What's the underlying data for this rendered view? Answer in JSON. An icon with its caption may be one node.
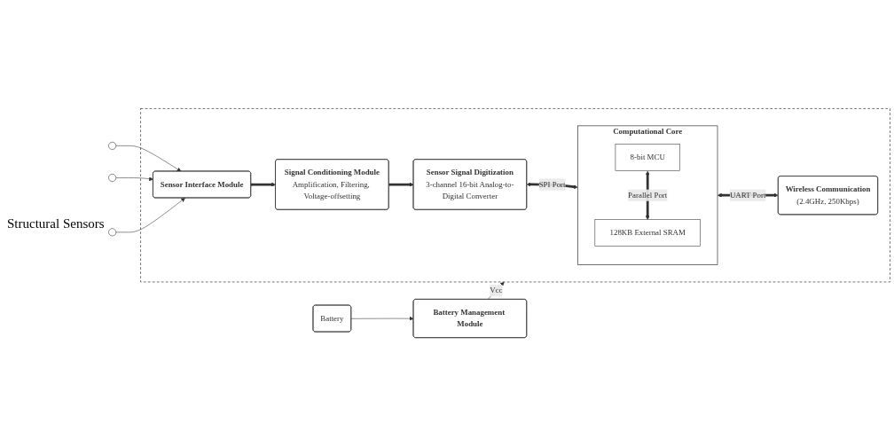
{
  "diagram": {
    "nodes": [
      {
        "text": [],
        "shape": "box"
      },
      {
        "text": [],
        "shape": "circle"
      },
      {
        "text": [],
        "shape": "circle"
      },
      {
        "text": [],
        "shape": "circle"
      },
      {
        "text": [
          "Sensor Interface Module"
        ],
        "in": 0
      },
      {
        "text": [
          "Signal Conditioning Module",
          "Amplification, Filtering, Voltage-offsetting"
        ],
        "in": 0
      },
      {
        "text": [
          "Sensor Signal Digitization",
          "3-channel 16-bit Analog-to-Digital Converter"
        ],
        "in": 0
      },
      {
        "text": [
          "Computational Core"
        ],
        "in": 0
      },
      {
        "text": [
          "8-bit MCU"
        ],
        "in": 7
      },
      {
        "text": [
          "128KB External SRAM"
        ],
        "in": 7
      },
      {
        "text": [
          "Wireless Communication",
          "(2.4GHz, 250Kbps)"
        ],
        "in": 0
      },
      {
        "text": [
          "Battery Management Module"
        ]
      },
      {
        "text": [
          "Battery"
        ]
      }
    ],
    "edges": [
      {
        "from": 1,
        "to": 4,
        "arrow": "to"
      },
      {
        "from": 2,
        "to": 4,
        "arrow": "to"
      },
      {
        "from": 3,
        "to": 4,
        "arrow": "to"
      },
      {
        "from": 4,
        "to": 5,
        "arrow": "to",
        "style": "thick"
      },
      {
        "from": 5,
        "to": 6,
        "arrow": "to",
        "style": "thick"
      },
      {
        "from": 6,
        "to": 7,
        "arrow": "both",
        "label": "SPI Port",
        "style": "thick"
      },
      {
        "from": 8,
        "to": 9,
        "arrow": "both",
        "label": "Parallel Port",
        "style": "thick"
      },
      {
        "from": 7,
        "to": 10,
        "arrow": "both",
        "label": "UART Port",
        "style": "thick"
      },
      {
        "from": 11,
        "to": 0,
        "arrow": "to",
        "label": "Vcc"
      },
      {
        "from": 12,
        "to": 11,
        "arrow": "to"
      }
    ],
    "labels": [
      "Structural Sensors"
    ]
  }
}
